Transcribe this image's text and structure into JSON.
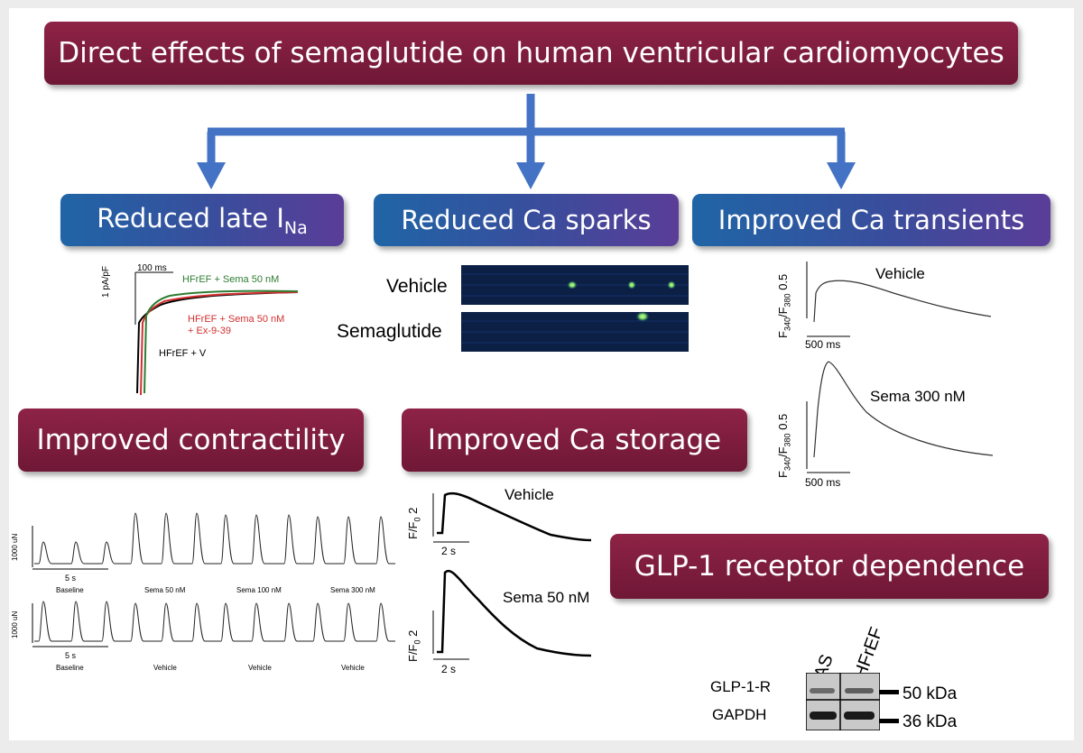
{
  "title": "Direct effects of semaglutide on human ventricular cardiomyocytes",
  "boxes": {
    "late_ina_prefix": "Reduced late I",
    "late_ina_sub": "Na",
    "ca_sparks": "Reduced Ca sparks",
    "ca_transients": "Improved Ca transients",
    "contractility": "Improved contractility",
    "ca_storage": "Improved Ca storage",
    "glp1": "GLP-1 receptor dependence"
  },
  "ina_panel": {
    "scale_time": "100 ms",
    "scale_current": "1 pA/pF",
    "trace1": "HFrEF + Sema 50 nM",
    "trace2_line1": "HFrEF + Sema 50 nM",
    "trace2_line2": "+ Ex-9-39",
    "trace3": "HFrEF + V",
    "color1": "#2e7d32",
    "color2": "#d32f2f",
    "color3": "#000000"
  },
  "sparks_panel": {
    "row1": "Vehicle",
    "row2": "Semaglutide"
  },
  "transients_panel": {
    "trace1": "Vehicle",
    "trace2": "Sema 300 nM",
    "ylabel_main": "F",
    "ylabel_sub1": "340",
    "ylabel_mid": "/F",
    "ylabel_sub2": "380",
    "ylabel_val": " 0.5",
    "scale_time": "500 ms"
  },
  "contractility_panel": {
    "scale_force": "1000 uN",
    "scale_time": "5 s",
    "row1_labels": [
      "Baseline",
      "Sema 50 nM",
      "Sema 100 nM",
      "Sema 300 nM"
    ],
    "row2_labels": [
      "Baseline",
      "Vehicle",
      "Vehicle",
      "Vehicle"
    ]
  },
  "storage_panel": {
    "trace1": "Vehicle",
    "trace2": "Sema 50 nM",
    "ylabel_main": "F/F",
    "ylabel_sub": "0",
    "ylabel_val": " 2",
    "scale_time": "2 s"
  },
  "blot_panel": {
    "lane1": "AS",
    "lane2": "HFrEF",
    "row1": "GLP-1-R",
    "row2": "GAPDH",
    "marker1": "50 kDa",
    "marker2": "36 kDa"
  },
  "colors": {
    "maroon": "#7a1c3d",
    "blue": "#2a5aa3",
    "arrow": "#4472c4",
    "spark": "#b7ff6a"
  }
}
